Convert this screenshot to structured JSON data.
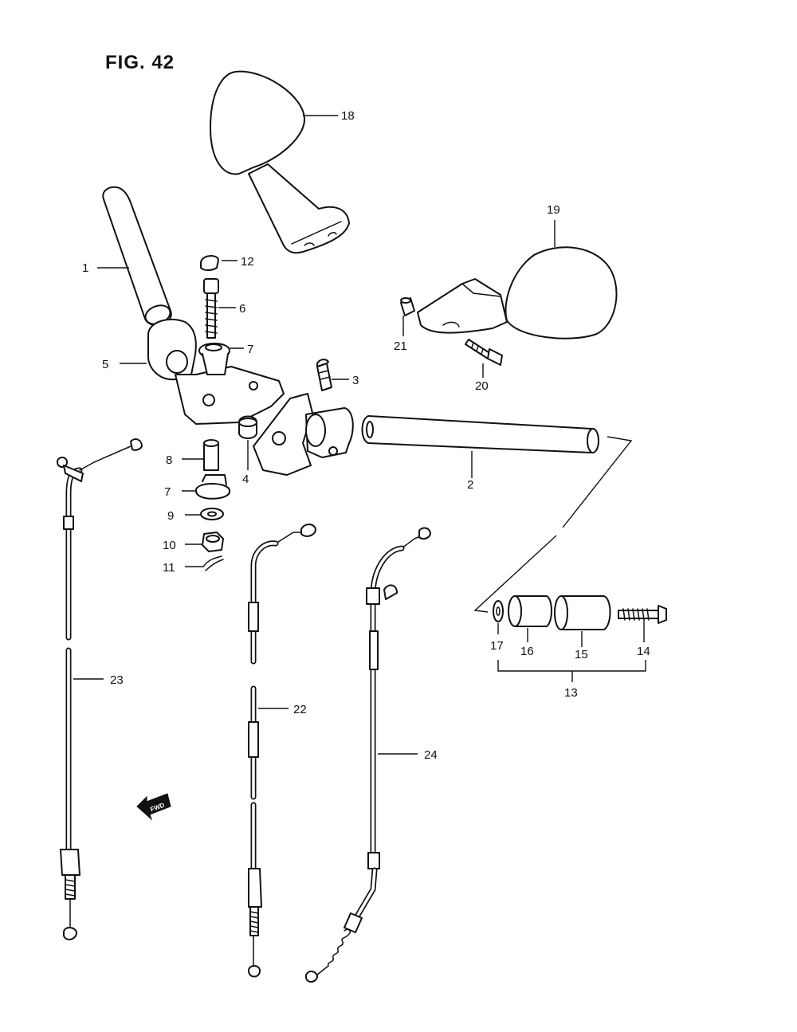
{
  "figure": {
    "title": "FIG. 42",
    "direction_label": "FWD"
  },
  "parts": {
    "p1": "1",
    "p2": "2",
    "p3": "3",
    "p4": "4",
    "p5": "5",
    "p6": "6",
    "p7": "7",
    "p8": "8",
    "p9": "9",
    "p10": "10",
    "p11": "11",
    "p12": "12",
    "p13": "13",
    "p14": "14",
    "p15": "15",
    "p16": "16",
    "p17": "17",
    "p18": "18",
    "p19": "19",
    "p20": "20",
    "p21": "21",
    "p22": "22",
    "p23": "23",
    "p24": "24"
  },
  "colors": {
    "line": "#111111",
    "background": "#ffffff"
  }
}
